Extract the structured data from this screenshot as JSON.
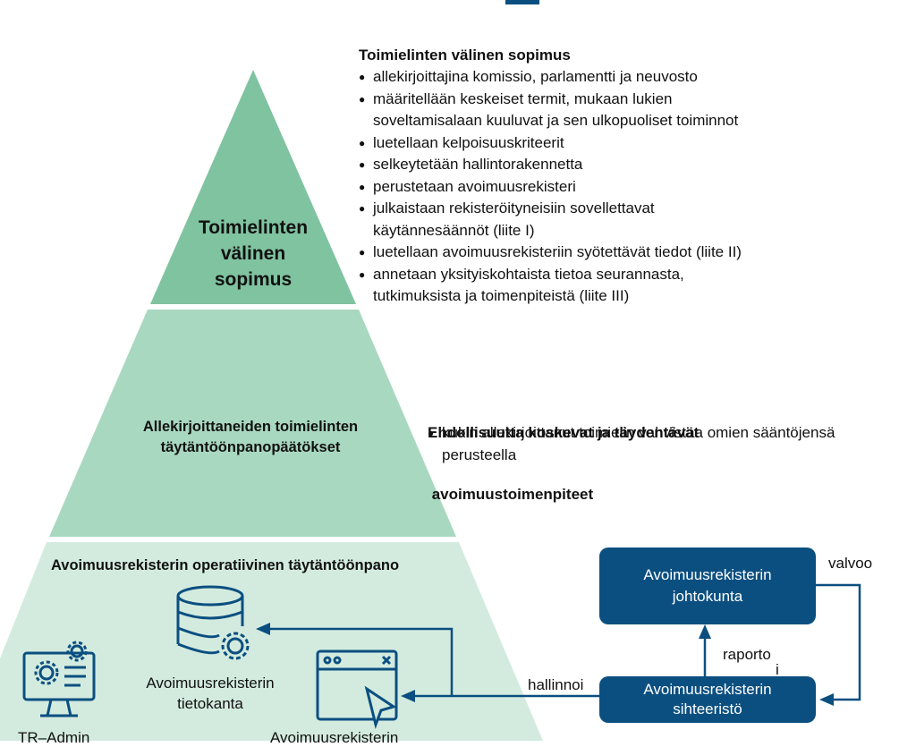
{
  "pyramid": {
    "top_label": [
      "Toimielinten",
      "välinen",
      "sopimus"
    ],
    "middle_label": [
      "Allekirjoittaneiden toimielinten",
      "täytäntöönpanopäätökset"
    ],
    "bottom_label": "Avoimuusrekisterin operatiivinen täytäntöönpano",
    "colors": {
      "top": "#7fc3a0",
      "middle": "#a9d8c0",
      "bottom": "#d3ebdf"
    }
  },
  "agreement": {
    "title": "Toimielinten välinen sopimus",
    "bullets": [
      [
        "allekirjoittajina komissio, parlamentti ja neuvosto"
      ],
      [
        "määritellään keskeiset termit, mukaan lukien",
        "soveltamisalaan kuuluvat ja sen ulkopuoliset toiminnot"
      ],
      [
        "luetellaan kelpoisuuskriteerit"
      ],
      [
        "selkeytetään hallintorakennetta"
      ],
      [
        "perustetaan avoimuusrekisteri"
      ],
      [
        "julkaistaan rekisteröityneisiin sovellettavat",
        "käytännesäännöt (liite I)"
      ],
      [
        "luetellaan avoimuusrekisteriin syötettävät tiedot (liite II)"
      ],
      [
        "annetaan yksityiskohtaista tietoa seurannasta,",
        "tutkimuksista ja toimenpiteistä (liite III)"
      ]
    ]
  },
  "conditionality": {
    "title": [
      "Ehdollisuutta koskevat ja täydentävät",
      " avoimuustoimenpiteet"
    ],
    "bullets": [
      [
        "kukin allekirjoittanut toimielin vahvistaa omien sääntöjensä",
        "perusteella"
      ]
    ]
  },
  "operations": {
    "database_label": [
      "Avoimuusrekisterin",
      "tietokanta"
    ],
    "admin_label": "TR–Admin",
    "website_label": "Avoimuusrekisterin"
  },
  "governance": {
    "board": [
      "Avoimuusrekisterin",
      "johtokunta"
    ],
    "secretariat": [
      "Avoimuusrekisterin",
      "sihteeristö"
    ],
    "supervises": "valvoo",
    "reports": [
      "raporto",
      "i"
    ],
    "manages": "hallinnoi",
    "color": "#0b4f80"
  }
}
